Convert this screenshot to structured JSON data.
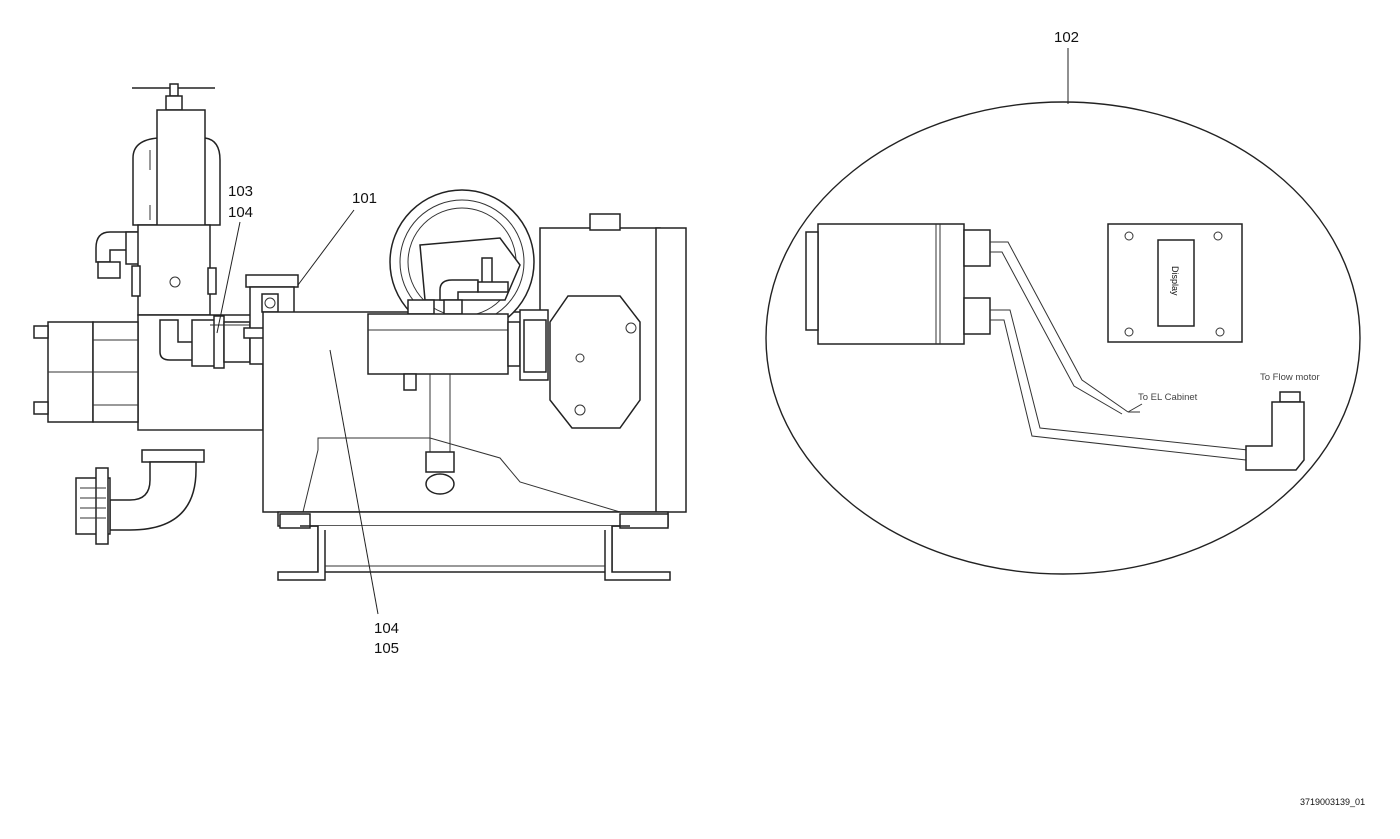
{
  "callouts": {
    "c101": "101",
    "c102": "102",
    "c103": "103",
    "c104a": "104",
    "c104b": "104",
    "c105": "105"
  },
  "detail": {
    "display_text": "Display",
    "to_el_cabinet": "To EL Cabinet",
    "to_flow_motor": "To Flow motor"
  },
  "figure_ref": "3719003139_01"
}
